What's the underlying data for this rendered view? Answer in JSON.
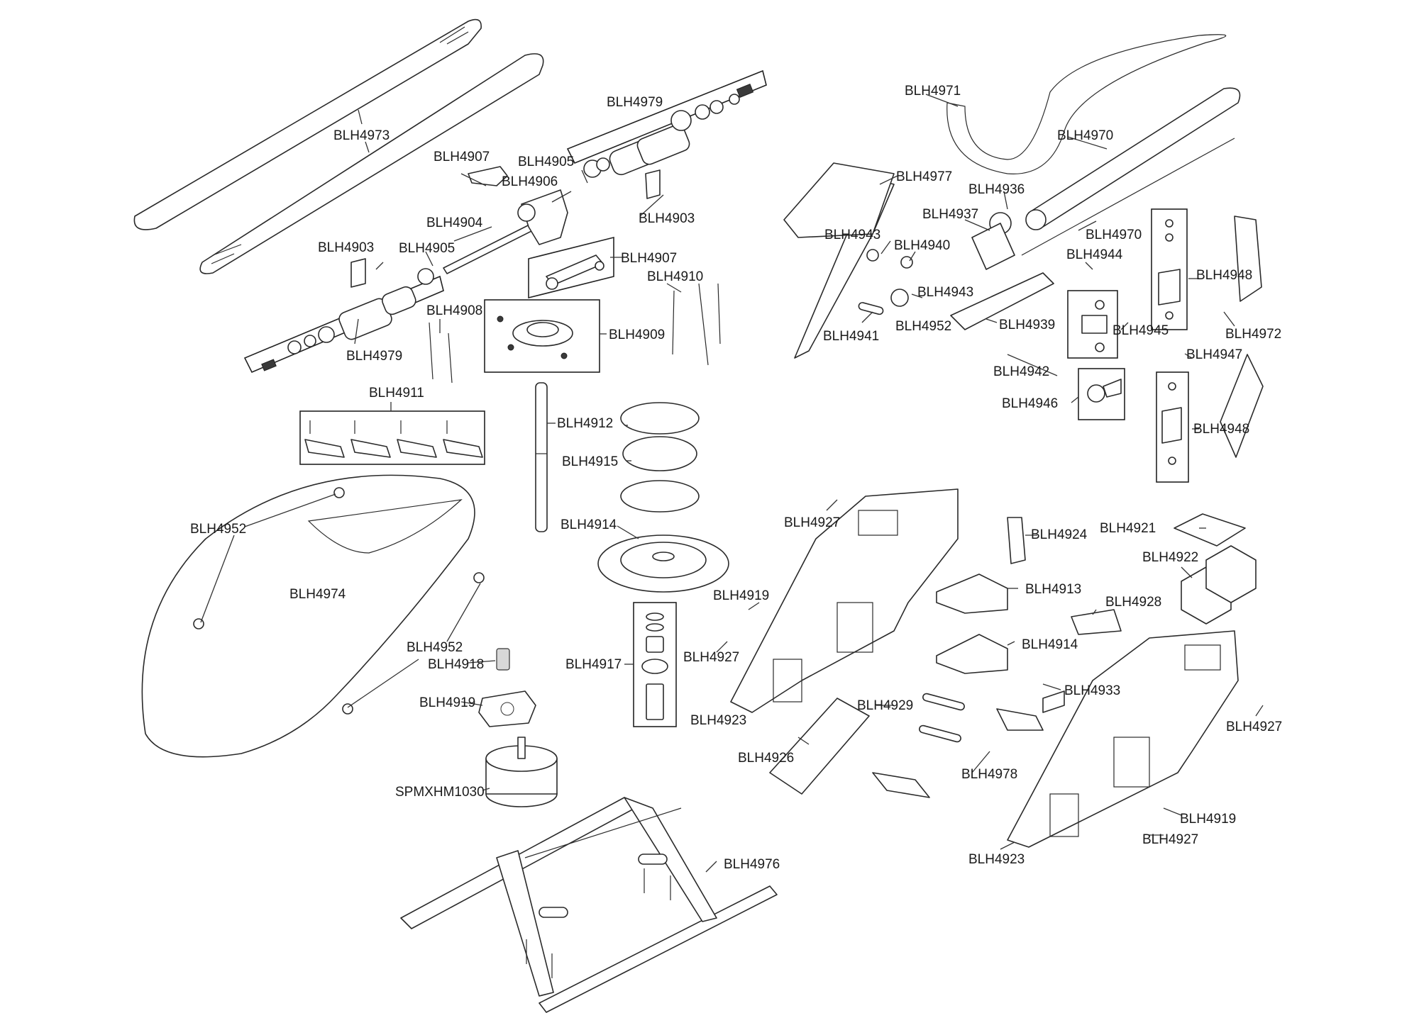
{
  "labels": {
    "blh4973": "BLH4973",
    "blh4979_top": "BLH4979",
    "blh4979_bottom": "BLH4979",
    "blh4907_top": "BLH4907",
    "blh4907_mid": "BLH4907",
    "blh4905_top": "BLH4905",
    "blh4905_left": "BLH4905",
    "blh4906": "BLH4906",
    "blh4903_top": "BLH4903",
    "blh4903_left": "BLH4903",
    "blh4904": "BLH4904",
    "blh4910": "BLH4910",
    "blh4908": "BLH4908",
    "blh4909": "BLH4909",
    "blh4911": "BLH4911",
    "blh4912": "BLH4912",
    "blh4915": "BLH4915",
    "blh4914_gear": "BLH4914",
    "blh4952_top": "BLH4952",
    "blh4952_bottom": "BLH4952",
    "blh4952_tail": "BLH4952",
    "blh4974": "BLH4974",
    "blh4918": "BLH4918",
    "blh4919_motor": "BLH4919",
    "blh4917": "BLH4917",
    "spmxhm1030": "SPMXHM1030",
    "blh4976": "BLH4976",
    "blh4927_a": "BLH4927",
    "blh4927_b": "BLH4927",
    "blh4927_c": "BLH4927",
    "blh4927_d": "BLH4927",
    "blh4919_frame": "BLH4919",
    "blh4919_right": "BLH4919",
    "blh4923_left": "BLH4923",
    "blh4923_right": "BLH4923",
    "blh4926": "BLH4926",
    "blh4929": "BLH4929",
    "blh4978": "BLH4978",
    "blh4924": "BLH4924",
    "blh4913": "BLH4913",
    "blh4914_bracket": "BLH4914",
    "blh4933": "BLH4933",
    "blh4928": "BLH4928",
    "blh4921": "BLH4921",
    "blh4922": "BLH4922",
    "blh4971": "BLH4971",
    "blh4970_boom": "BLH4970",
    "blh4970_rod": "BLH4970",
    "blh4977": "BLH4977",
    "blh4936": "BLH4936",
    "blh4937": "BLH4937",
    "blh4943_top": "BLH4943",
    "blh4943_mid": "BLH4943",
    "blh4940": "BLH4940",
    "blh4944": "BLH4944",
    "blh4948_top": "BLH4948",
    "blh4948_bottom": "BLH4948",
    "blh4941": "BLH4941",
    "blh4939": "BLH4939",
    "blh4945": "BLH4945",
    "blh4972": "BLH4972",
    "blh4947": "BLH4947",
    "blh4942": "BLH4942",
    "blh4946": "BLH4946"
  }
}
